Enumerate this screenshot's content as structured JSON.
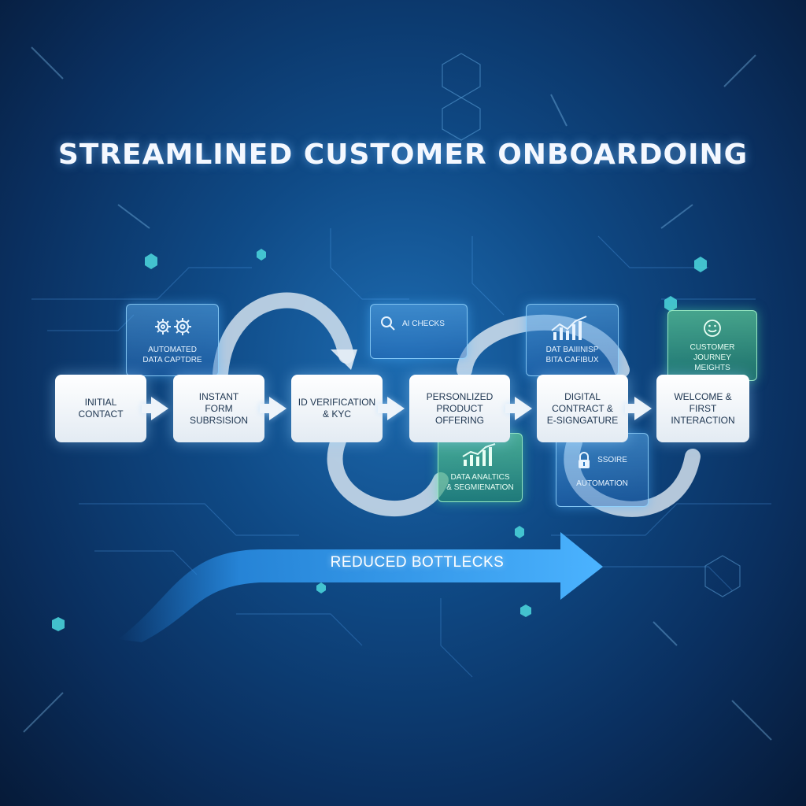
{
  "title": "STREAMLINED CUSTOMER ONBOARDOING",
  "steps": [
    {
      "label": "INITIAL\nCONTACT"
    },
    {
      "label": "INSTANT\nFORM SUBRSISION"
    },
    {
      "label": "ID VERIFICATION\n& KYC"
    },
    {
      "label": "PERSONLIZED\nPRODUCT OFFERING"
    },
    {
      "label": "DIGITAL\nCONTRACT &\nE-SIGNGATURE"
    },
    {
      "label": "WELCOME &\nFIRST INTERACTION"
    }
  ],
  "panels": {
    "automated": {
      "label": "AUTOMATED\nDATA CAPTDRE",
      "icon": "gears-icon"
    },
    "ai_checks": {
      "label": "AI CHECKS",
      "icon": "magnifier-icon"
    },
    "data_business": {
      "label": "DAT BAIIINISP\nBITA CAFIBUX",
      "icon": "bar-chart-icon"
    },
    "journey": {
      "label": "CUSTOMER\nJOURNEY\nMEIGHTS",
      "icon": "smiley-icon"
    },
    "analytics": {
      "label": "DATA ANALTICS\n& SEGMIENATION",
      "icon": "bar-chart-icon"
    },
    "secure": {
      "label": "SSOIRE",
      "sub": "AUTOMATION",
      "icon": "lock-icon"
    }
  },
  "banner": "REDUCED BOTTLECKS",
  "colors": {
    "accent": "#3aa0f0",
    "green": "#3fbf8a",
    "background": "#0f4a86"
  }
}
